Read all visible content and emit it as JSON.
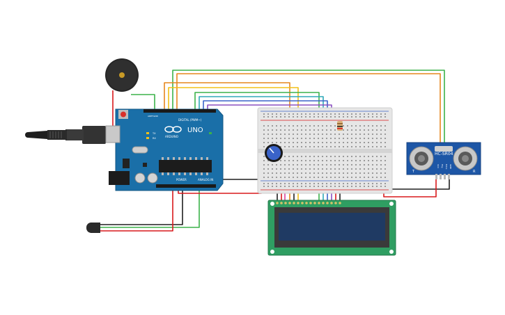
{
  "arduino": {
    "brand": "UNO",
    "logo_text": "ARDUINO",
    "digital_label": "DIGITAL (PWM~)",
    "analog_label": "ANALOG IN",
    "power_label": "POWER",
    "tx_label": "TX",
    "rx_label": "RX",
    "aref_label": "AREF",
    "gnd_label": "GND"
  },
  "sensor": {
    "model": "HC-SR04",
    "pin_labels": [
      "VCC",
      "Trig",
      "Echo",
      "GND"
    ],
    "side_labels": [
      "T",
      "R"
    ]
  },
  "colors": {
    "board_blue": "#1a6fa8",
    "breadboard": "#e6e6e6",
    "lcd_pcb": "#2f9e62",
    "lcd_screen": "#1f3a63",
    "sensor_pcb": "#1d56a6",
    "wire_red": "#d9191c",
    "wire_black": "#1f1f1f",
    "wire_green": "#3bb24a",
    "wire_orange": "#e6871d",
    "wire_yellow": "#f2c018",
    "wire_blue": "#3a63c9",
    "wire_teal": "#2fa9b8",
    "wire_purple": "#8a4fc1",
    "wire_pink": "#d7429a",
    "wire_brown": "#8a5a2b"
  }
}
